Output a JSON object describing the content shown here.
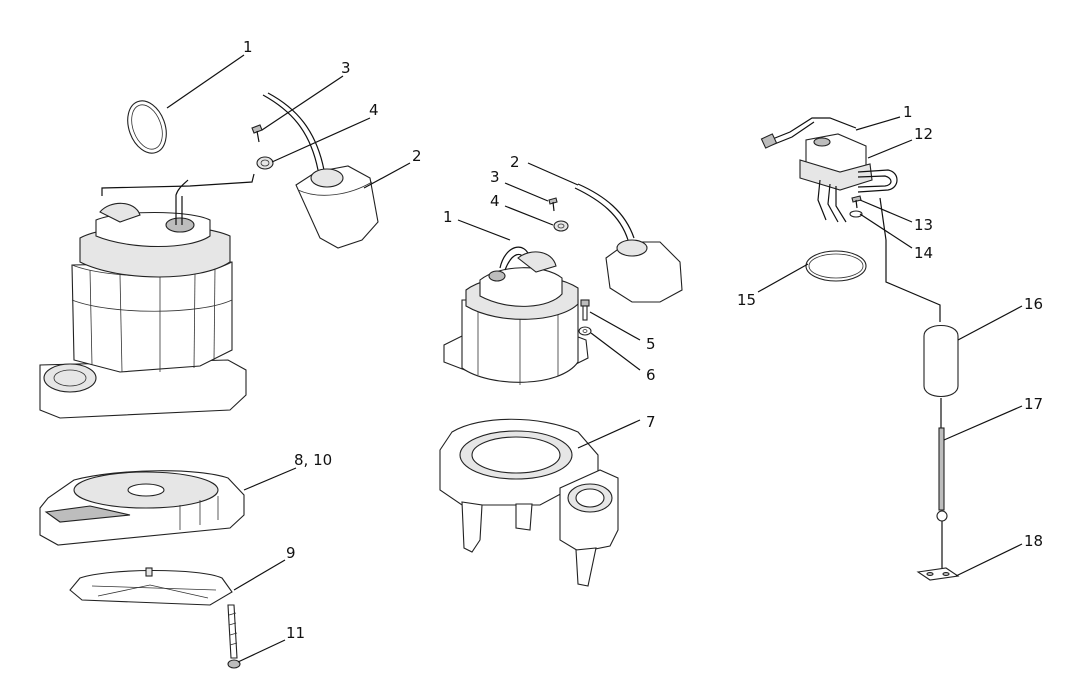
{
  "labels": {
    "left_1": "1",
    "left_3": "3",
    "left_4": "4",
    "left_2": "2",
    "left_8_10": "8, 10",
    "left_9": "9",
    "left_11": "11",
    "mid_2": "2",
    "mid_3": "3",
    "mid_4": "4",
    "mid_1": "1",
    "mid_5": "5",
    "mid_6": "6",
    "mid_7": "7",
    "right_1": "1",
    "right_12": "12",
    "right_13": "13",
    "right_14": "14",
    "right_15": "15",
    "right_16": "16",
    "right_17": "17",
    "right_18": "18"
  }
}
